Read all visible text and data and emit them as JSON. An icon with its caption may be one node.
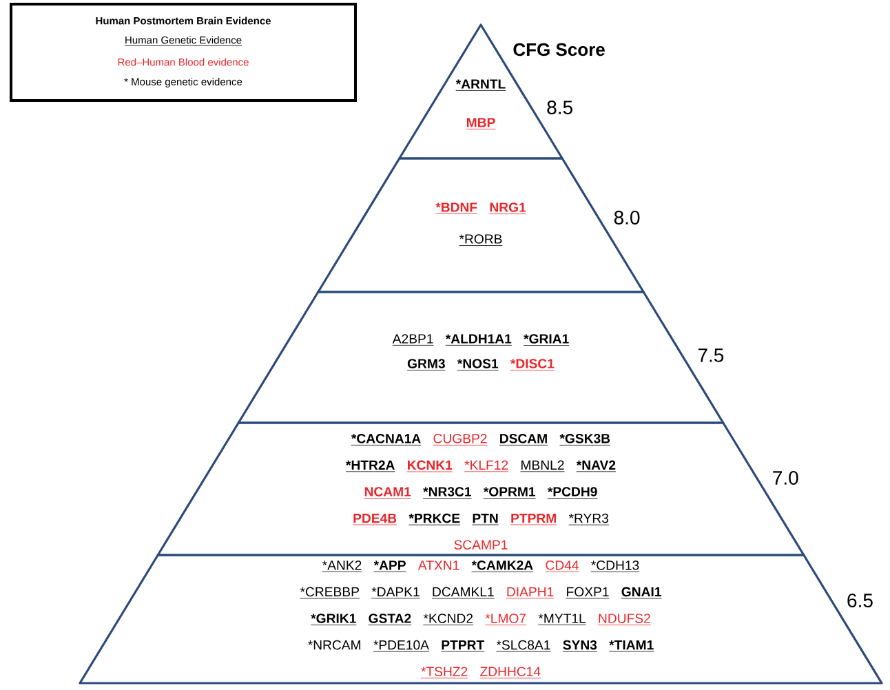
{
  "diagram": {
    "nodes": [
      {
        "text": [
          "*ARNTL",
          "MBP"
        ],
        "beside": [
          "8.5"
        ]
      },
      {
        "text": [
          "*BDNF",
          "NRG1",
          "*RORB"
        ],
        "beside": [
          "8.0"
        ]
      },
      {
        "text": [
          "A2BP1",
          "*ALDH1A1",
          "*GRIA1",
          "GRM3",
          "*NOS1",
          "*DISC1"
        ],
        "beside": [
          "7.5"
        ]
      },
      {
        "text": [
          "*CACNA1A",
          "CUGBP2",
          "DSCAM",
          "*GSK3B",
          "*HTR2A",
          "KCNK1",
          "*KLF12",
          "MBNL2",
          "*NAV2",
          "NCAM1",
          "*NR3C1",
          "*OPRM1",
          "*PCDH9",
          "PDE4B",
          "*PRKCE",
          "PTN",
          "PTPRM",
          "*RYR3",
          "SCAMP1"
        ],
        "beside": [
          "7.0"
        ]
      },
      {
        "text": [
          "*ANK2",
          "*APP",
          "ATXN1",
          "*CAMK2A",
          "CD44",
          "*CDH13",
          "*CREBBP",
          "*DAPK1",
          "DCAMKL1",
          "DIAPH1",
          "FOXP1",
          "GNAI1",
          "*GRIK1",
          "GSTA2",
          "*KCND2",
          "*LMO7",
          "*MYT1L",
          "NDUFS2",
          "*NRCAM",
          "*PDE10A",
          "PTPRT",
          "*SLC8A1",
          "SYN3",
          "*TIAM1",
          "*TSHZ2",
          "ZDHHC14"
        ],
        "beside": [
          "6.5"
        ]
      }
    ],
    "labels": [
      "CFG Score"
    ],
    "legend": [
      {
        "text": "Human Postmortem Brain Evidence"
      },
      {
        "text": "Human Genetic Evidence"
      },
      {
        "text": "Red–Human Blood evidence"
      },
      {
        "text": "* Mouse genetic evidence"
      }
    ]
  }
}
